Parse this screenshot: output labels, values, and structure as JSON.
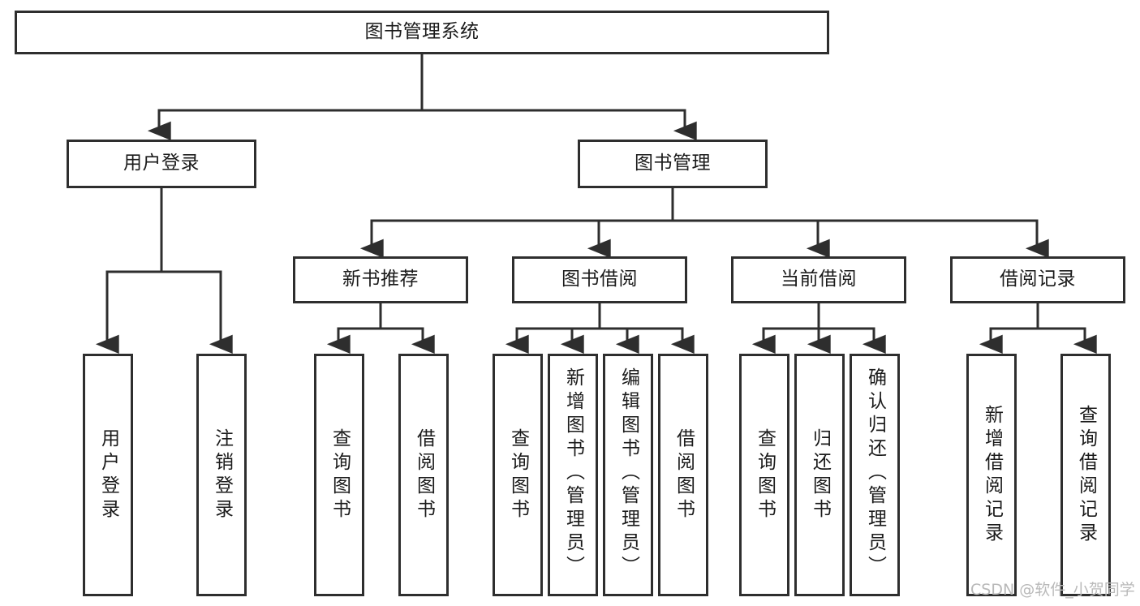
{
  "diagram": {
    "type": "tree",
    "title": "图书管理系统",
    "orientation": "top-down",
    "colors": {
      "stroke": "#2e2e2e",
      "fill": "#ffffff",
      "text": "#1b1b1b",
      "watermark": "#b9b9b9"
    },
    "root": {
      "label": "图书管理系统"
    },
    "level2": [
      {
        "label": "用户登录"
      },
      {
        "label": "图书管理"
      }
    ],
    "level3": [
      {
        "label": "新书推荐"
      },
      {
        "label": "图书借阅"
      },
      {
        "label": "当前借阅"
      },
      {
        "label": "借阅记录"
      }
    ],
    "leaves": {
      "user_login": [
        {
          "label": "用户登录"
        },
        {
          "label": "注销登录"
        }
      ],
      "new_book_recommend": [
        {
          "label": "查询图书"
        },
        {
          "label": "借阅图书"
        }
      ],
      "book_borrow": [
        {
          "label": "查询图书"
        },
        {
          "label": "新增图书（管理员）"
        },
        {
          "label": "编辑图书（管理员）"
        },
        {
          "label": "借阅图书"
        }
      ],
      "current_borrow": [
        {
          "label": "查询图书"
        },
        {
          "label": "归还图书"
        },
        {
          "label": "确认归还（管理员）"
        }
      ],
      "borrow_record": [
        {
          "label": "新增借阅记录"
        },
        {
          "label": "查询借阅记录"
        }
      ]
    }
  },
  "watermark": {
    "text": "CSDN @软件_小贺同学"
  }
}
